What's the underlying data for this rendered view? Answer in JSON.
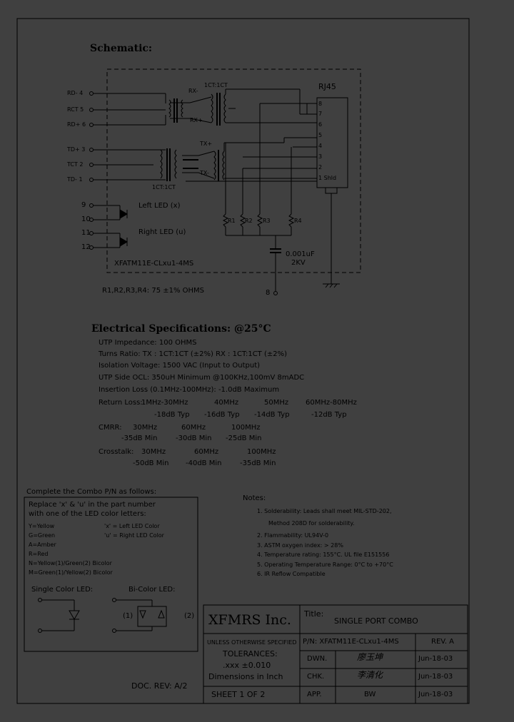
{
  "schematic": {
    "heading": "Schematic:",
    "pins_left": [
      "RD- 4",
      "RCT 5",
      "RD+ 6",
      "TD+ 3",
      "TCT 2",
      "TD- 1"
    ],
    "led_pins": [
      "9",
      "10",
      "11",
      "12"
    ],
    "left_led": "Left LED (x)",
    "right_led": "Right LED (u)",
    "xfmr_top_ratio": "1CT:1CT",
    "xfmr_bottom_ratio": "1CT:1CT",
    "rx_minus": "RX-",
    "rx_plus": "RX+",
    "tx_plus": "TX+",
    "tx_minus": "TX-",
    "rj45": "RJ45",
    "rj45_pins": [
      "8",
      "7",
      "6",
      "5",
      "4",
      "3",
      "2",
      "1 Shld"
    ],
    "resistors": [
      "R1",
      "R2",
      "R3",
      "R4"
    ],
    "cap_value": "0.001uF",
    "cap_voltage": "2KV",
    "part_in_box": "XFATM11E-CLxu1-4MS",
    "pin8": "8",
    "resistor_note": "R1,R2,R3,R4: 75 ±1% OHMS"
  },
  "electrical": {
    "heading": "Electrical  Specifications: @25°C",
    "utp_impedance": "UTP Impedance: 100 OHMS",
    "turns_ratio": "Turns Ratio: TX : 1CT:1CT (±2%)     RX : 1CT:1CT (±2%)",
    "isolation": "Isolation Voltage: 1500 VAC (Input to Output)",
    "ocl": "UTP Side OCL: 350uH Minimum @100KHz,100mV 8mADC",
    "insertion_loss": "Insertion Loss (0.1MHz-100MHz): -1.0dB Maximum",
    "return_loss_label": "Return Loss:",
    "return_loss_freqs": [
      "1MHz-30MHz",
      "40MHz",
      "50MHz",
      "60MHz-80MHz"
    ],
    "return_loss_vals": [
      "-18dB Typ",
      "-16dB Typ",
      "-14dB Typ",
      "-12dB Typ"
    ],
    "cmrr_label": "CMRR:",
    "cmrr_freqs": [
      "30MHz",
      "60MHz",
      "100MHz"
    ],
    "cmrr_vals": [
      "-35dB Min",
      "-30dB Min",
      "-25dB Min"
    ],
    "crosstalk_label": "Crosstalk:",
    "crosstalk_freqs": [
      "30MHz",
      "60MHz",
      "100MHz"
    ],
    "crosstalk_vals": [
      "-50dB Min",
      "-40dB Min",
      "-35dB Min"
    ]
  },
  "combo": {
    "heading": "Complete the Combo P/N as follows:",
    "replace1": "Replace 'x' & 'u' in the part number",
    "replace2": "with one of the LED color letters:",
    "colors": [
      "Y=Yellow",
      "G=Green",
      "A=Amber",
      "R=Red",
      "N=Yellow(1)/Green(2) Bicolor",
      "M=Green(1)/Yellow(2) Bicolor"
    ],
    "x_note": "'x' = Left LED Color",
    "u_note": "'u' = Right LED Color",
    "single_led": "Single Color LED:",
    "bi_led": "Bi-Color LED:",
    "bi_1": "(1)",
    "bi_2": "(2)"
  },
  "notes": {
    "heading": "Notes:",
    "items": [
      "1. Solderability: Leads shall meet MIL-STD-202,",
      "Method 208D for solderability.",
      "2. Flammability: UL94V-0",
      "3. ASTM oxygen index: > 28%",
      "4. Temperature rating: 155°C. UL file E151556",
      "5. Operating Temperature Range: 0°C to +70°C",
      "6. IR Reflow Compatible"
    ]
  },
  "titleblock": {
    "company": "XFMRS Inc.",
    "title_label": "Title:",
    "title": "SINGLE PORT COMBO",
    "tol_line1": "UNLESS OTHERWISE SPECIFIED",
    "tol_line2": "TOLERANCES:",
    "tol_line3": ".xxx ±0.010",
    "tol_line4": "Dimensions in Inch",
    "pn": "P/N: XFATM11E-CLxu1-4MS",
    "rev": "REV. A",
    "dwn": "DWN.",
    "dwn_sig": "廖玉坤",
    "dwn_date": "Jun-18-03",
    "chk": "CHK.",
    "chk_sig": "李清化",
    "chk_date": "Jun-18-03",
    "app": "APP.",
    "app_sig": "BW",
    "app_date": "Jun-18-03",
    "sheet": "SHEET 1 OF 2",
    "doc_rev": "DOC. REV: A/2"
  }
}
